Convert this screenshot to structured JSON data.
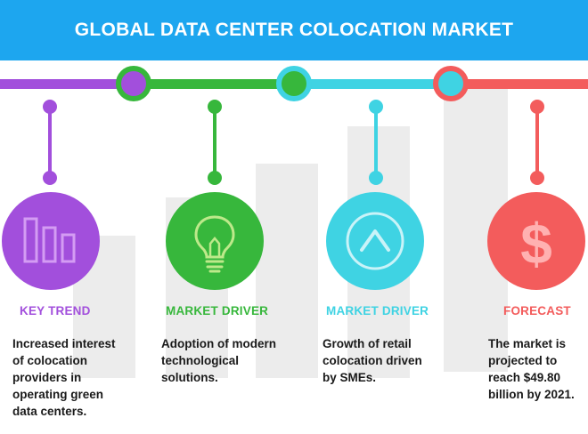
{
  "header": {
    "title": "GLOBAL DATA CENTER COLOCATION MARKET"
  },
  "colors": {
    "header": "#1da6ef",
    "purple": "#a24fdc",
    "green": "#37b73c",
    "cyan": "#3fd3e3",
    "red": "#f35c5c",
    "background_bars": "#ececec"
  },
  "items": [
    {
      "icon": "bar-chart-icon",
      "label": "KEY TREND",
      "description": [
        "Increased interest",
        "of colocation",
        "providers in",
        "operating green",
        "data centers."
      ]
    },
    {
      "icon": "lightbulb-icon",
      "label": "MARKET DRIVER",
      "description": [
        "Adoption of modern",
        "technological",
        "solutions."
      ]
    },
    {
      "icon": "chevron-up-icon",
      "label": "MARKET DRIVER",
      "description": [
        "Growth of retail",
        "colocation driven",
        "by SMEs."
      ]
    },
    {
      "icon": "dollar-icon",
      "label": "FORECAST",
      "description": [
        "The market is",
        "projected to",
        "reach $49.80",
        "billion by 2021."
      ]
    }
  ]
}
